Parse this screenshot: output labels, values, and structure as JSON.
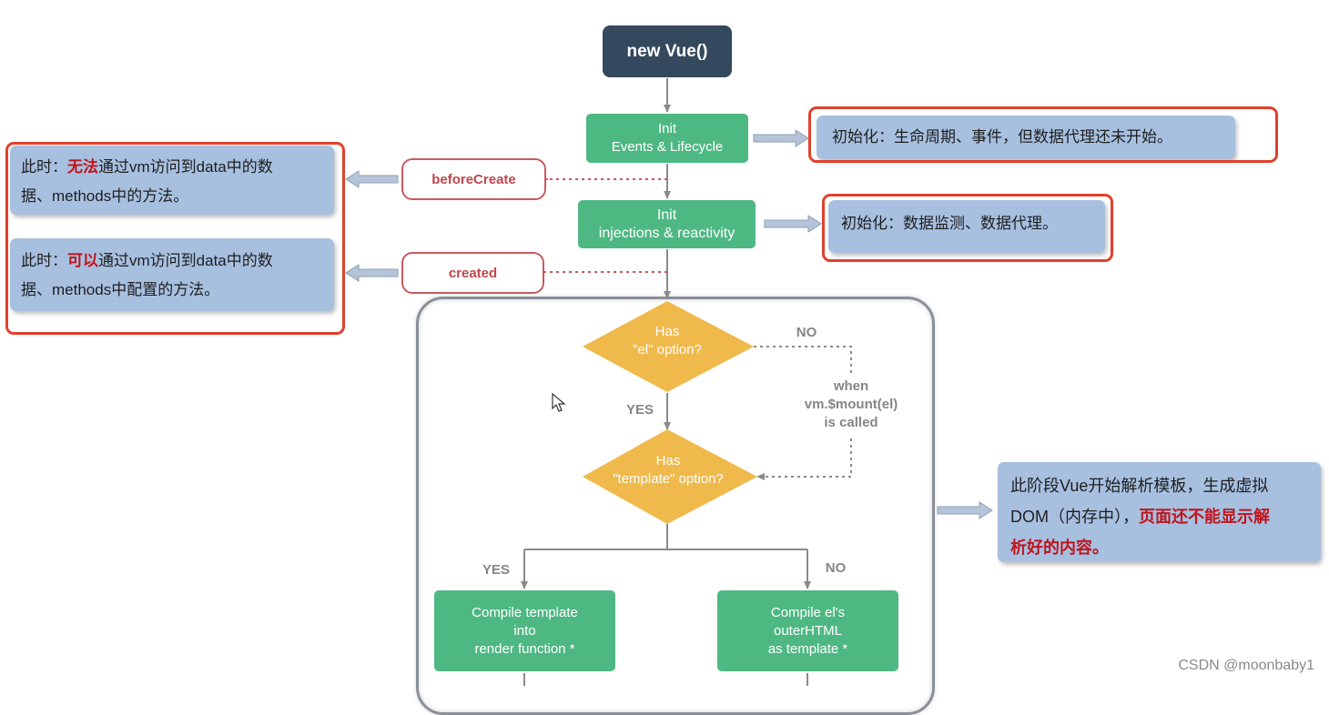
{
  "nodes": {
    "start": "new Vue()",
    "init_events": [
      "Init",
      "Events & Lifecycle"
    ],
    "before_create": "beforeCreate",
    "init_injections": [
      "Init",
      "injections & reactivity"
    ],
    "created": "created",
    "has_el": [
      "Has",
      "\"el\" option?"
    ],
    "has_template": [
      "Has",
      "\"template\" option?"
    ],
    "compile_template": [
      "Compile template",
      "into",
      "render function *"
    ],
    "compile_el": [
      "Compile el's",
      "outerHTML",
      "as template *"
    ]
  },
  "labels": {
    "no_el": "NO",
    "yes_el": "YES",
    "when_mount": [
      "when",
      "vm.$mount(el)",
      "is called"
    ],
    "yes_template": "YES",
    "no_template": "NO"
  },
  "notes": {
    "before_create": {
      "prefix": "此时：",
      "highlight": "无法",
      "rest": "通过vm访问到data中的数",
      "line2": "据、methods中的方法。"
    },
    "created": {
      "prefix": "此时：",
      "highlight": "可以",
      "rest": "通过vm访问到data中的数",
      "line2": "据、methods中配置的方法。"
    },
    "init_events": "初始化：生命周期、事件，但数据代理还未开始。",
    "init_injections": "初始化：数据监测、数据代理。",
    "template_phase": {
      "line1": "此阶段Vue开始解析模板，生成虚拟",
      "line2_normal": "DOM（内存中），",
      "line2_highlight": "页面还不能显示解",
      "line3_highlight": "析好的内容。"
    }
  },
  "watermark": "CSDN @moonbaby1",
  "colors": {
    "start_node": "#34495e",
    "process_node": "#4eb883",
    "decision_node": "#f0b94b",
    "hook_border": "#c75a60",
    "note_background": "#a7c0e0",
    "highlight_box": "#e0402c",
    "highlight_text": "#c0141c"
  }
}
